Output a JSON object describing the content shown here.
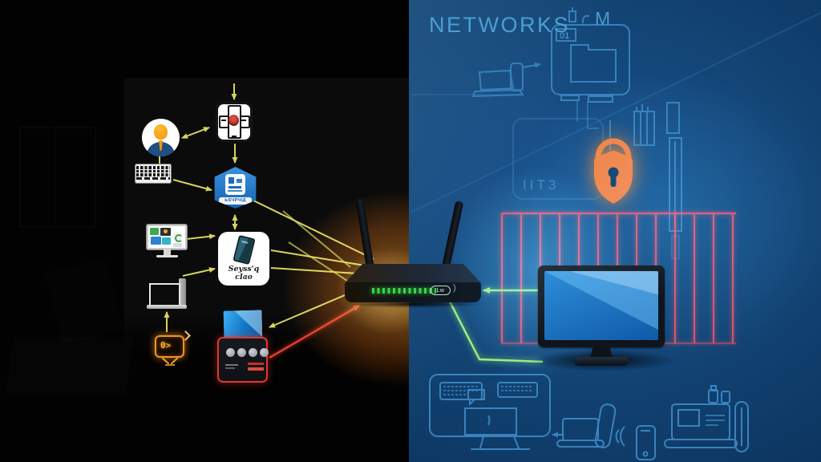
{
  "title": "NETWORKS",
  "colors": {
    "background_left": "#020202",
    "background_right": "#124373",
    "blueprint_line": "#4090cc",
    "connector_yellow": "#d6d45c",
    "alert_red": "#e2392e",
    "secure_green": "#9fe87d",
    "lock_orange": "#f0813a",
    "led_green": "#39e24b",
    "title_blue": "#4d9ed2",
    "screen_blue": "#2e8fd8"
  },
  "left_diagram": {
    "nodes": [
      {
        "id": "user-avatar"
      },
      {
        "id": "keyboard"
      },
      {
        "id": "medical-app"
      },
      {
        "id": "shield-app",
        "label": "ЬЅЧРЧІД"
      },
      {
        "id": "monitor-apps"
      },
      {
        "id": "security-card",
        "caption_line1": "Seyss'q",
        "caption_line2": "cIao"
      },
      {
        "id": "laptop"
      },
      {
        "id": "terminal",
        "text": "0>"
      },
      {
        "id": "nas-device"
      }
    ]
  },
  "router": {
    "badge_label": "Lw",
    "port_glyph": ")"
  },
  "right_scene": {
    "wall_letter": "M",
    "server_box_tab": "01",
    "wall_code": "IIT3"
  }
}
